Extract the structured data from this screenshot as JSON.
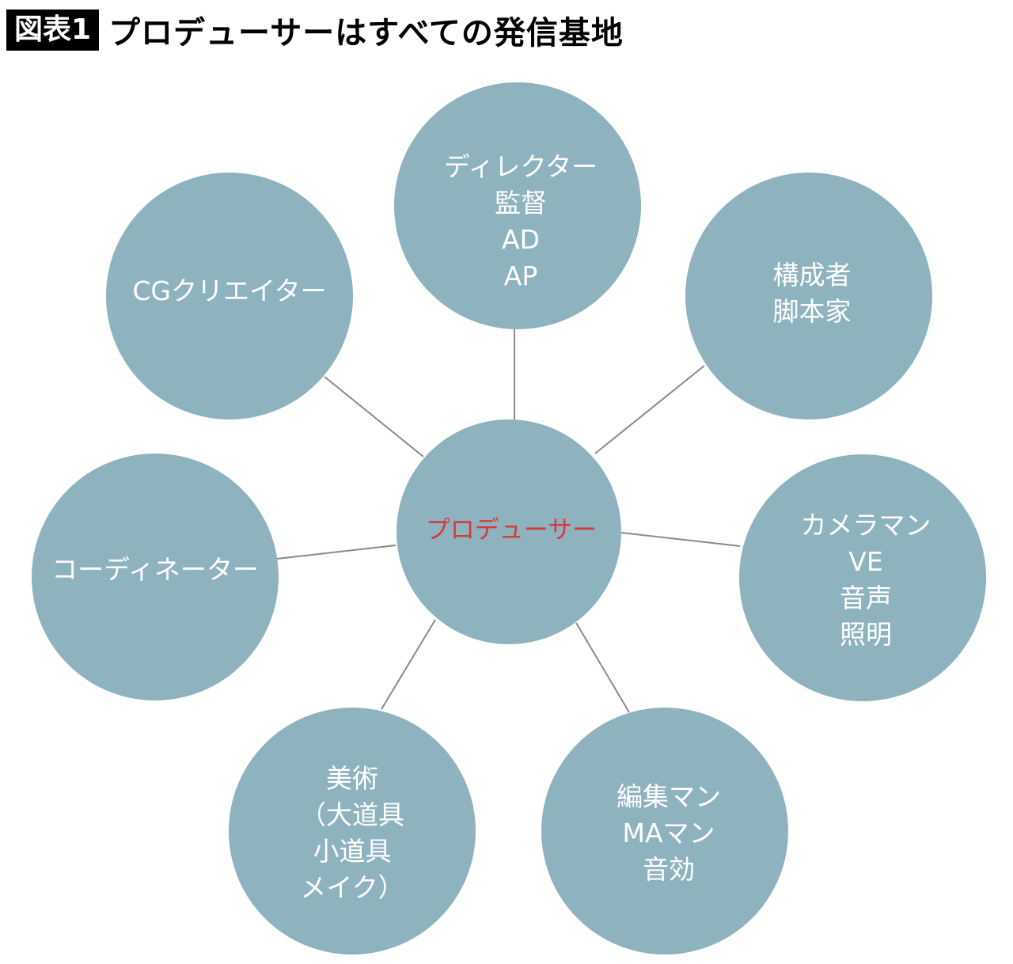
{
  "title": {
    "badge": "図表1",
    "text": "プロデューサーはすべての発信基地"
  },
  "colors": {
    "circle": "#8fb2bf",
    "line": "#8a8a8a",
    "center_text": "#d6383c",
    "node_text": "#ffffff"
  },
  "center": {
    "label": "プロデューサー"
  },
  "nodes": [
    {
      "id": "director",
      "lines": [
        "ディレクター",
        "監督",
        "AD",
        "AP"
      ]
    },
    {
      "id": "writer",
      "lines": [
        "構成者",
        "脚本家"
      ]
    },
    {
      "id": "camera",
      "lines": [
        "カメラマン",
        "VE",
        "音声",
        "照明"
      ]
    },
    {
      "id": "editor",
      "lines": [
        "編集マン",
        "MAマン",
        "音効"
      ]
    },
    {
      "id": "art",
      "lines": [
        "美術",
        "（大道具",
        "小道具",
        "メイク）"
      ]
    },
    {
      "id": "coordinator",
      "lines": [
        "コーディネーター"
      ]
    },
    {
      "id": "cg",
      "lines": [
        "CGクリエイター"
      ]
    }
  ]
}
